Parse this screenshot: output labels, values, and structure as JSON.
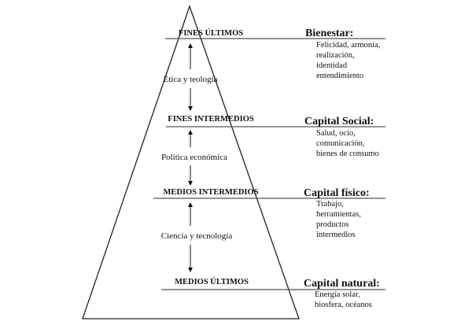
{
  "levels": [
    {
      "label": "FINES ÚLTIMOS",
      "capital": "Bienestar:",
      "items": [
        "Felicidad, armonía,",
        "realización,",
        "identidad",
        "entendimiento"
      ]
    },
    {
      "label": "FINES INTERMEDIOS",
      "capital": "Capital Social:",
      "items": [
        "Salud, ocio,",
        "comunicación,",
        "bienes de consumo"
      ]
    },
    {
      "label": "MEDIOS INTERMEDIOS",
      "capital": "Capital físico:",
      "items": [
        "Trabajo,",
        "herramientas,",
        "productos",
        "intermedios"
      ]
    },
    {
      "label": "MEDIOS ÚLTIMOS",
      "capital": "Capital natural:",
      "items": [
        "Energía solar,",
        "biosfera, océanos"
      ]
    }
  ],
  "links": [
    "Ética y teología",
    "Política económica",
    "Ciencia y tecnología"
  ]
}
